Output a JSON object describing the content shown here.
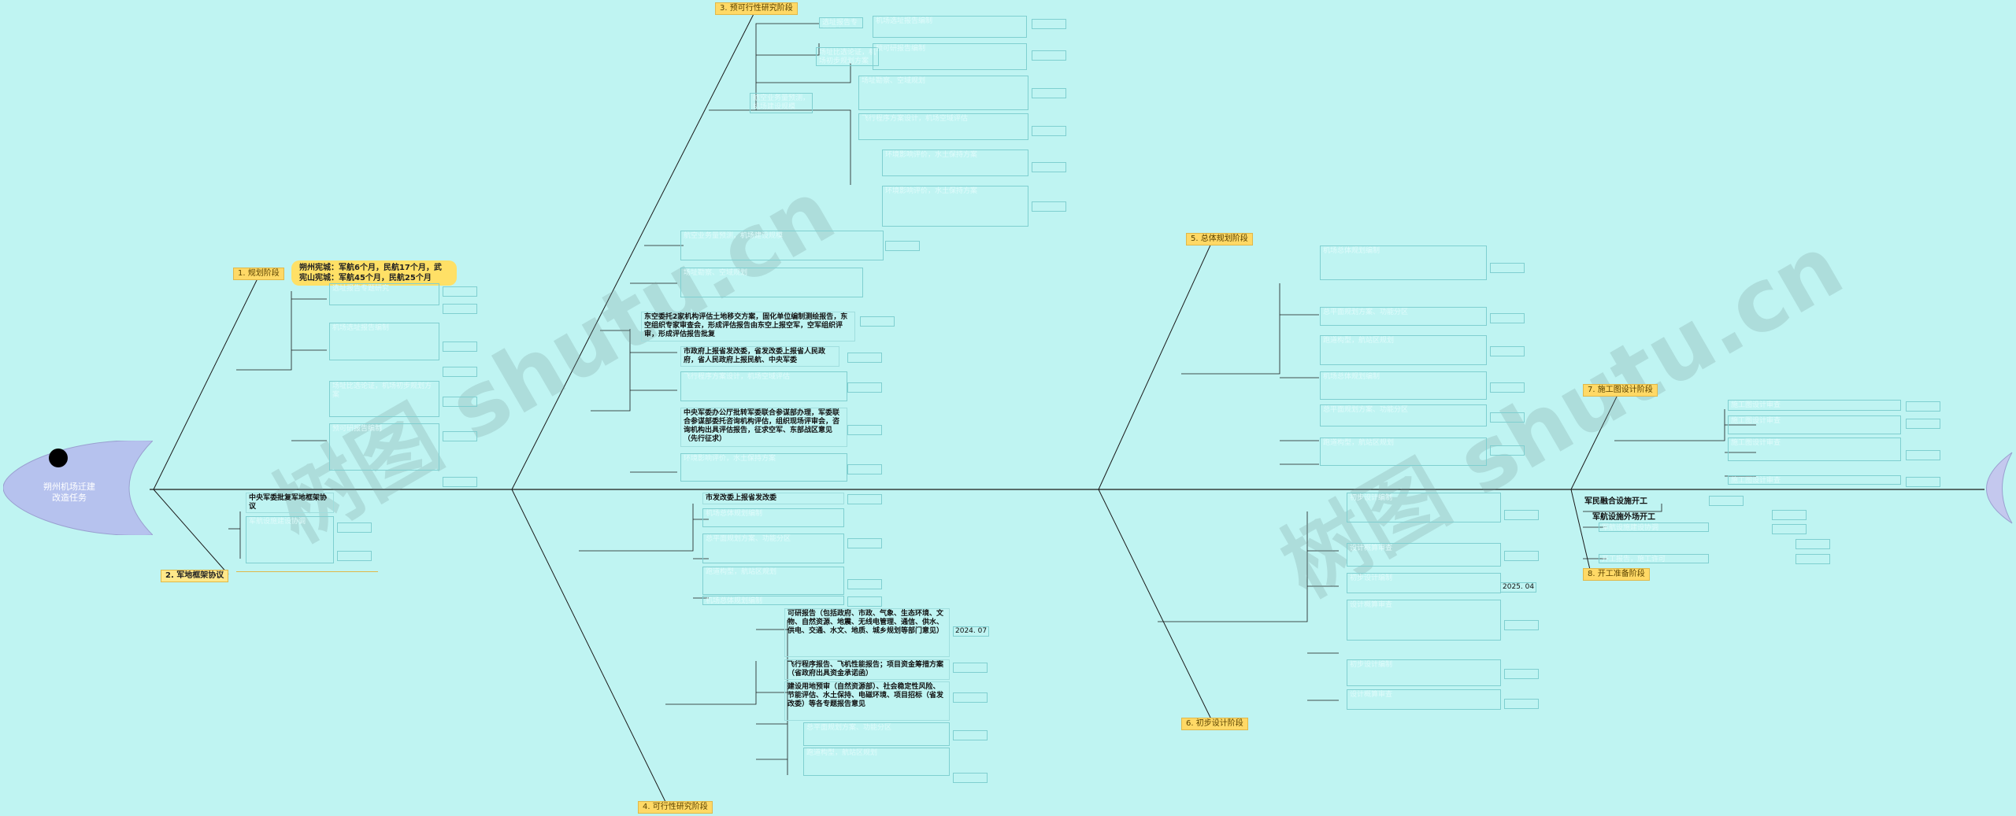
{
  "head": {
    "title": "朔州机场迁建\n改造任务"
  },
  "watermarks": [
    "树图 shutu.cn",
    "树图 shutu.cn"
  ],
  "stages": {
    "s1": "1. 规划阶段",
    "s2": "2. 军地框架协议",
    "s3": "3. 预可行性研究阶段",
    "s4": "4. 可行性研究阶段",
    "s5": "5. 总体规划阶段",
    "s6": "6. 初步设计阶段",
    "s7": "7. 施工图设计阶段",
    "s8": "8. 开工准备阶段"
  },
  "badge": "朔州宪城：军航6个月，民航17个月，武宪山宪城：军航45个月，民航25个月",
  "dark_texts": {
    "d1": "中央军委批复军地框架协议",
    "d2": "东空委托2家机构评估土地移交方案，固化单位编制测绘报告，东空组织专家审查会，形成评估报告由东空上报空军，空军组织评审，形成评估报告批复",
    "d3": "市政府上报省发改委，省发改委上报省人民政府，省人民政府上报民航、中央军委",
    "d4": "中央军委办公厅批转军委联合参谋部办理，军委联合参谋部委托咨询机构评估，组织现场评审会，咨询机构出具评估报告，征求空军、东部战区意见（先行征求）",
    "d5": "市发改委上报省发改委",
    "d6": "可研报告（包括政府、市政、气象、生态环境、文物、自然资源、地震、无线电管理、通信、供水、供电、交通、水文、地质、城乡规划等部门意见）",
    "d7": "飞行程序报告、飞机性能报告；项目资金筹措方案（省政府出具资金承诺函）",
    "d8": "建设用地预审（自然资源部）、社会稳定性风险、节能评估、水土保持、电磁环境、项目招标（省发改委）等各专题报告意见",
    "d9": "军民融合设施开工",
    "d10": "军航设施外场开工"
  },
  "dates": {
    "dt1": "2024. 07",
    "dt2": "2025. 04"
  },
  "faint_texts": {
    "f1": "选址报告专题研究",
    "f2": "机场选址报告编制",
    "f3": "场址比选论证，机场初步规划方案",
    "f4": "预可研报告编制",
    "f5": "航空业务量预测，机场建设规模",
    "f6": "场址勘察、空域规划",
    "f7": "飞行程序方案设计，机场空域评估",
    "f8": "环境影响评价，水土保持方案",
    "f9": "机场总体规划编制",
    "f10": "总平面规划方案、功能分区",
    "f11": "跑道构型，航站区规划",
    "f12": "初步设计编制",
    "f13": "设计概算审查",
    "f14": "施工图设计审查",
    "f15": "军航设施建设协调",
    "f16": "开工报告，施工许可"
  }
}
